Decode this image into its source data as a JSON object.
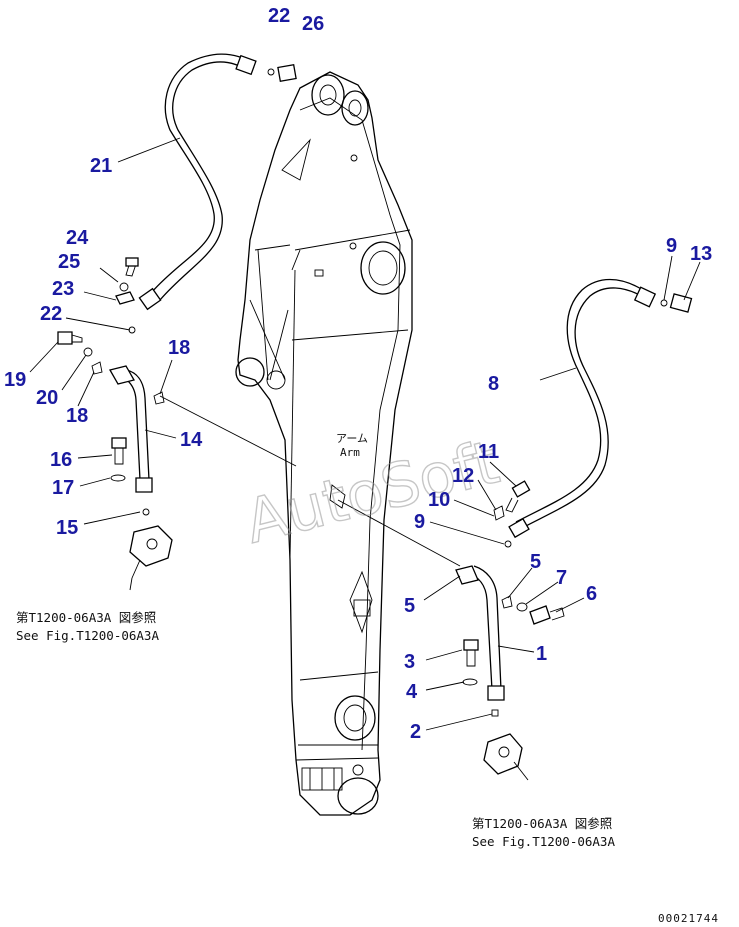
{
  "callouts": [
    {
      "id": "c22a",
      "text": "22"
    },
    {
      "id": "c26",
      "text": "26"
    },
    {
      "id": "c21",
      "text": "21"
    },
    {
      "id": "c24",
      "text": "24"
    },
    {
      "id": "c25",
      "text": "25"
    },
    {
      "id": "c23",
      "text": "23"
    },
    {
      "id": "c22b",
      "text": "22"
    },
    {
      "id": "c19",
      "text": "19"
    },
    {
      "id": "c20",
      "text": "20"
    },
    {
      "id": "c18a",
      "text": "18"
    },
    {
      "id": "c18b",
      "text": "18"
    },
    {
      "id": "c14",
      "text": "14"
    },
    {
      "id": "c16",
      "text": "16"
    },
    {
      "id": "c17",
      "text": "17"
    },
    {
      "id": "c15",
      "text": "15"
    },
    {
      "id": "c9a",
      "text": "9"
    },
    {
      "id": "c13",
      "text": "13"
    },
    {
      "id": "c8",
      "text": "8"
    },
    {
      "id": "c11",
      "text": "11"
    },
    {
      "id": "c12",
      "text": "12"
    },
    {
      "id": "c10",
      "text": "10"
    },
    {
      "id": "c9b",
      "text": "9"
    },
    {
      "id": "c5a",
      "text": "5"
    },
    {
      "id": "c5b",
      "text": "5"
    },
    {
      "id": "c7",
      "text": "7"
    },
    {
      "id": "c6",
      "text": "6"
    },
    {
      "id": "c1",
      "text": "1"
    },
    {
      "id": "c3",
      "text": "3"
    },
    {
      "id": "c4",
      "text": "4"
    },
    {
      "id": "c2",
      "text": "2"
    }
  ],
  "notes": {
    "left_jp": "第T1200-06A3A 図参照",
    "left_en": "See Fig.T1200-06A3A",
    "right_jp": "第T1200-06A3A 図参照",
    "right_en": "See Fig.T1200-06A3A"
  },
  "arm_label": {
    "jp": "アーム",
    "en": "Arm"
  },
  "watermark": "AutoSoft",
  "figure_number": "00021744",
  "colors": {
    "callout": "#1a1aa0",
    "line": "#000000",
    "watermark": "#999999"
  }
}
